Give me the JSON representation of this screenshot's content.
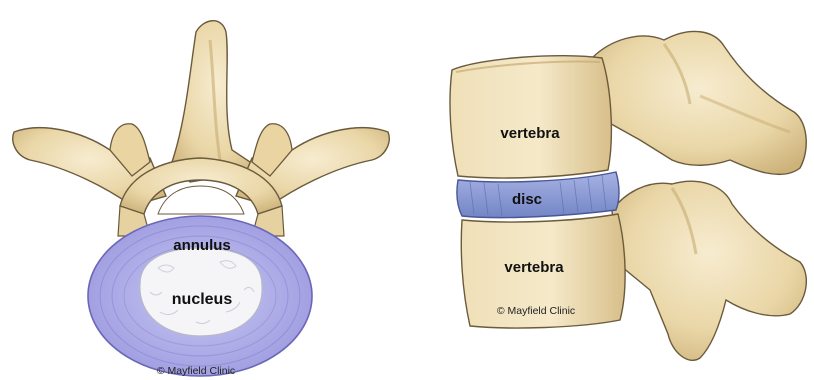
{
  "top_view": {
    "labels": {
      "annulus": "annulus",
      "nucleus": "nucleus"
    },
    "credit": "© Mayfield Clinic"
  },
  "side_view": {
    "labels": {
      "vertebra_top": "vertebra",
      "disc": "disc",
      "vertebra_bottom": "vertebra"
    },
    "credit": "© Mayfield Clinic"
  },
  "colors": {
    "bone_light": "#f3e6c4",
    "bone_mid": "#e6d2a0",
    "bone_shadow": "#c7ab72",
    "bone_outline": "#6b5a3c",
    "annulus": "#b4b2ea",
    "annulus_outline": "#6a67b8",
    "nucleus": "#f4f4f6",
    "disc_side": "#8f9fd6"
  }
}
